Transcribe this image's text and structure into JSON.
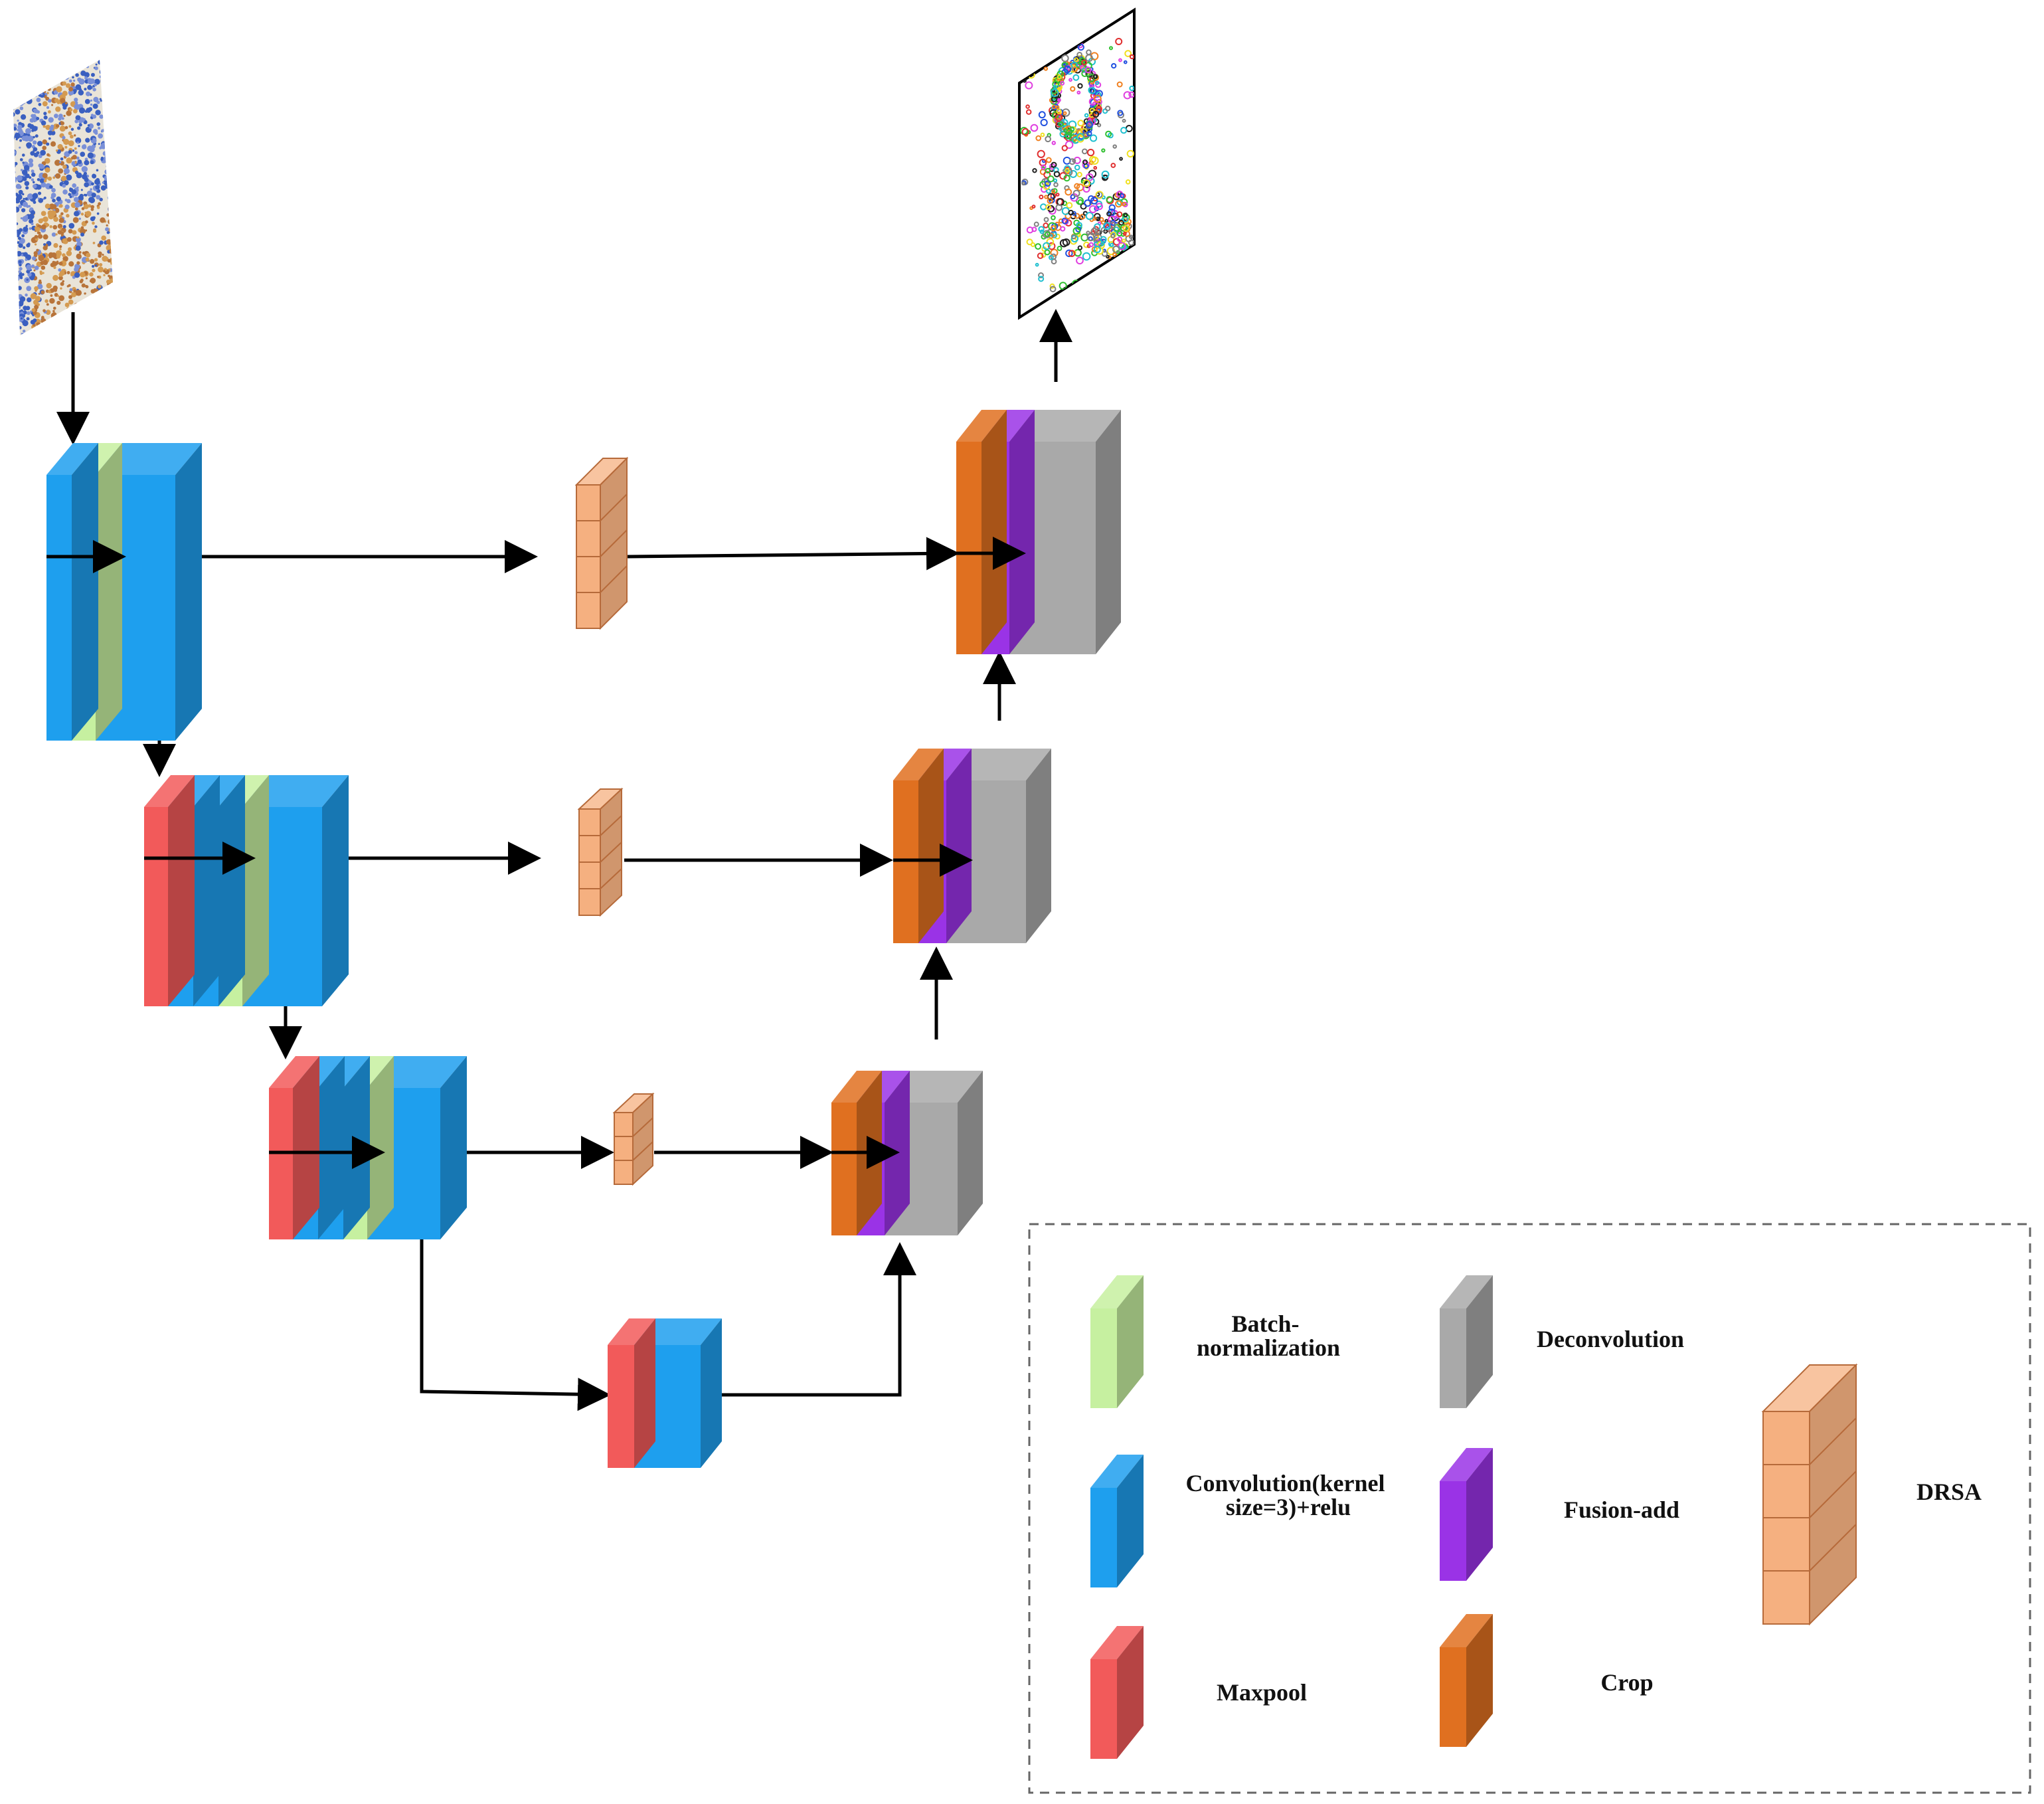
{
  "diagram": {
    "legend": {
      "batch_norm": "Batch-\nnormalization",
      "convolution": "Convolution(kernel\nsize=3)+relu",
      "maxpool": "Maxpool",
      "deconvolution": "Deconvolution",
      "fusion_add": "Fusion-add",
      "crop": "Crop",
      "drsa": "DRSA"
    },
    "images": {
      "input": "input-histology-image",
      "output": "output-segmentation-map"
    }
  },
  "colors": {
    "convolution": "#1e9fee",
    "batch_norm": "#c6f0a0",
    "maxpool": "#f25a5a",
    "deconvolution": "#a9a9a9",
    "fusion_add": "#9a33e6",
    "crop": "#e07020",
    "drsa": "#f5b080",
    "arrow": "#000000"
  }
}
